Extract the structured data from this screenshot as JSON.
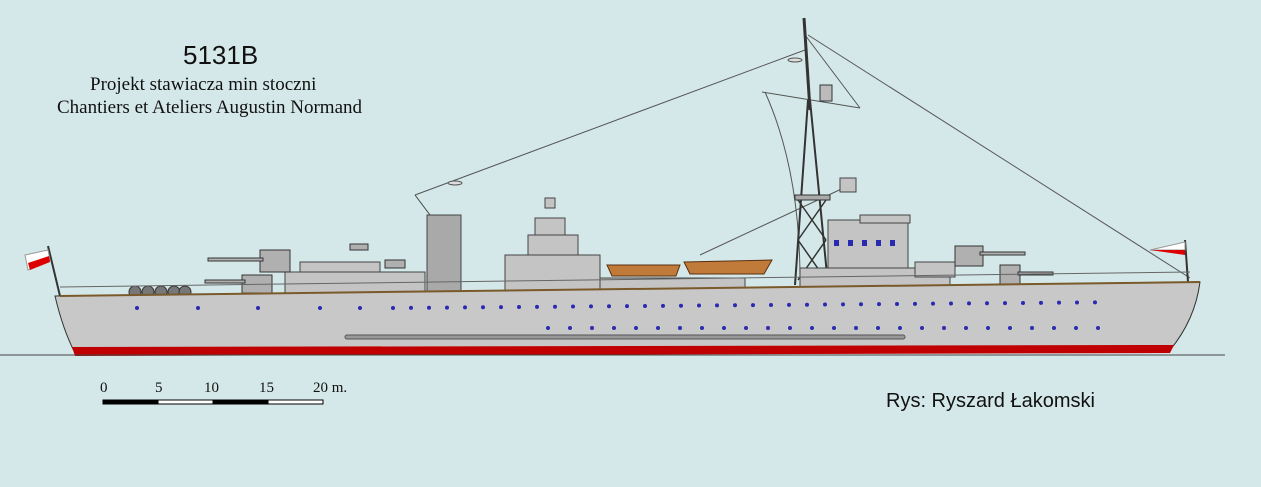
{
  "title": "5131B",
  "subtitle_lines": [
    "Projekt stawiacza min stoczni",
    "Chantiers et Ateliers Augustin Normand"
  ],
  "scale": {
    "labels": [
      "0",
      "5",
      "10",
      "15",
      "20 m."
    ]
  },
  "author": "Rys: Ryszard Łakomski",
  "colors": {
    "background": "#d5e8e9",
    "hull": "#c8c8c8",
    "boot_top": "#c00000",
    "portholes": "#2a2ab0",
    "boats": "#c07a3a"
  }
}
